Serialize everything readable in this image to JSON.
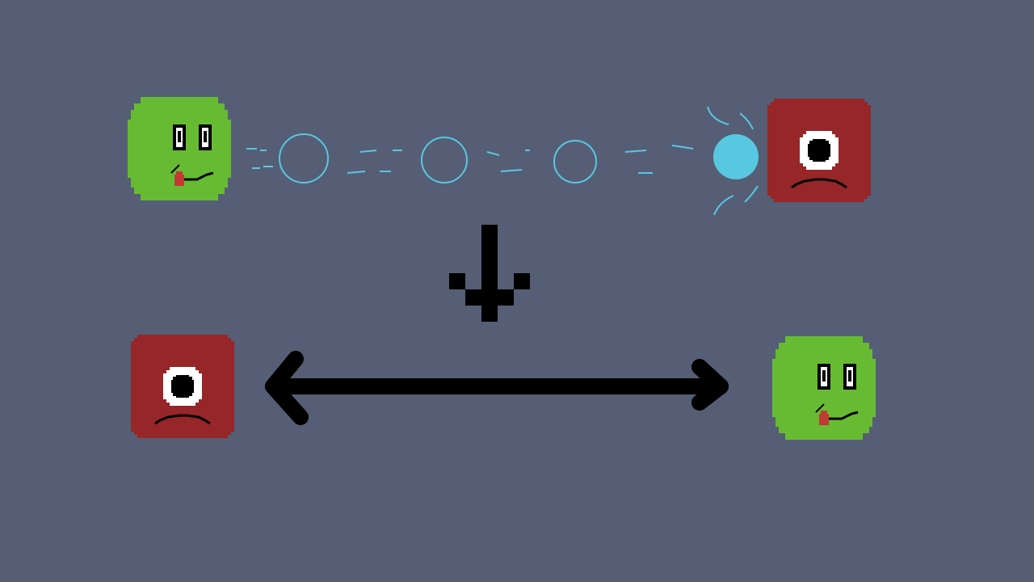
{
  "scene": {
    "background_color": "#555e75",
    "characters": [
      {
        "name": "green-blob",
        "role": "caster",
        "color": "#67bb33",
        "expression": "smiling-with-tongue",
        "eyes": 2
      },
      {
        "name": "red-block",
        "role": "target",
        "color": "#962628",
        "expression": "frowning",
        "eyes": 1
      },
      {
        "name": "red-block",
        "role": "swapped",
        "color": "#962628",
        "expression": "frowning",
        "eyes": 1
      },
      {
        "name": "green-blob",
        "role": "swapped",
        "color": "#67bb33",
        "expression": "smiling-with-tongue",
        "eyes": 2
      }
    ],
    "projectile": {
      "color": "#58c8e0",
      "trail_rings": 3,
      "icon": "energy-ball-icon"
    },
    "indicators": [
      {
        "icon": "down-arrow-icon",
        "meaning": "then"
      },
      {
        "icon": "double-headed-arrow-icon",
        "meaning": "swap"
      }
    ]
  }
}
